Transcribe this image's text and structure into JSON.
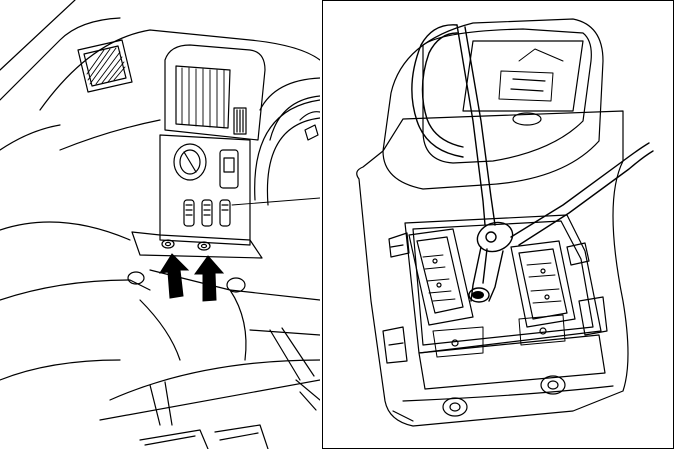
{
  "figure": {
    "left_panel": {
      "subject": "vehicle-dashboard-center-console",
      "arrows": [
        {
          "name": "arrow-left",
          "direction": "up"
        },
        {
          "name": "arrow-right",
          "direction": "up"
        }
      ]
    },
    "right_panel": {
      "subject": "gear-shift-console-removal",
      "tool": "long-nose-pliers"
    },
    "colors": {
      "line": "#000000",
      "background": "#ffffff",
      "frame": "#000000"
    }
  }
}
